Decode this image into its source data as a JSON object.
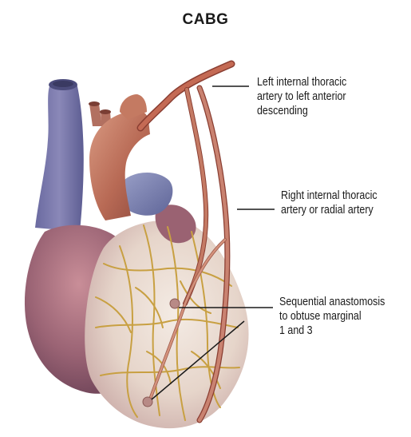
{
  "title": "CABG",
  "labels": {
    "lita": {
      "lines": [
        "Left internal thoracic",
        "artery to left anterior",
        "descending"
      ]
    },
    "rita": {
      "lines": [
        "Right internal thoracic",
        "artery or radial artery"
      ]
    },
    "sequential": {
      "lines": [
        "Sequential anastomosis",
        "to obtuse marginal",
        "1 and 3"
      ]
    }
  },
  "colors": {
    "vein_blue": "#7a7aa8",
    "aorta": "#b86a55",
    "ventricle": "#eadcd2",
    "atrium": "#8e5a6a",
    "coronary": "#c8a042",
    "graft": "#b05a48"
  }
}
